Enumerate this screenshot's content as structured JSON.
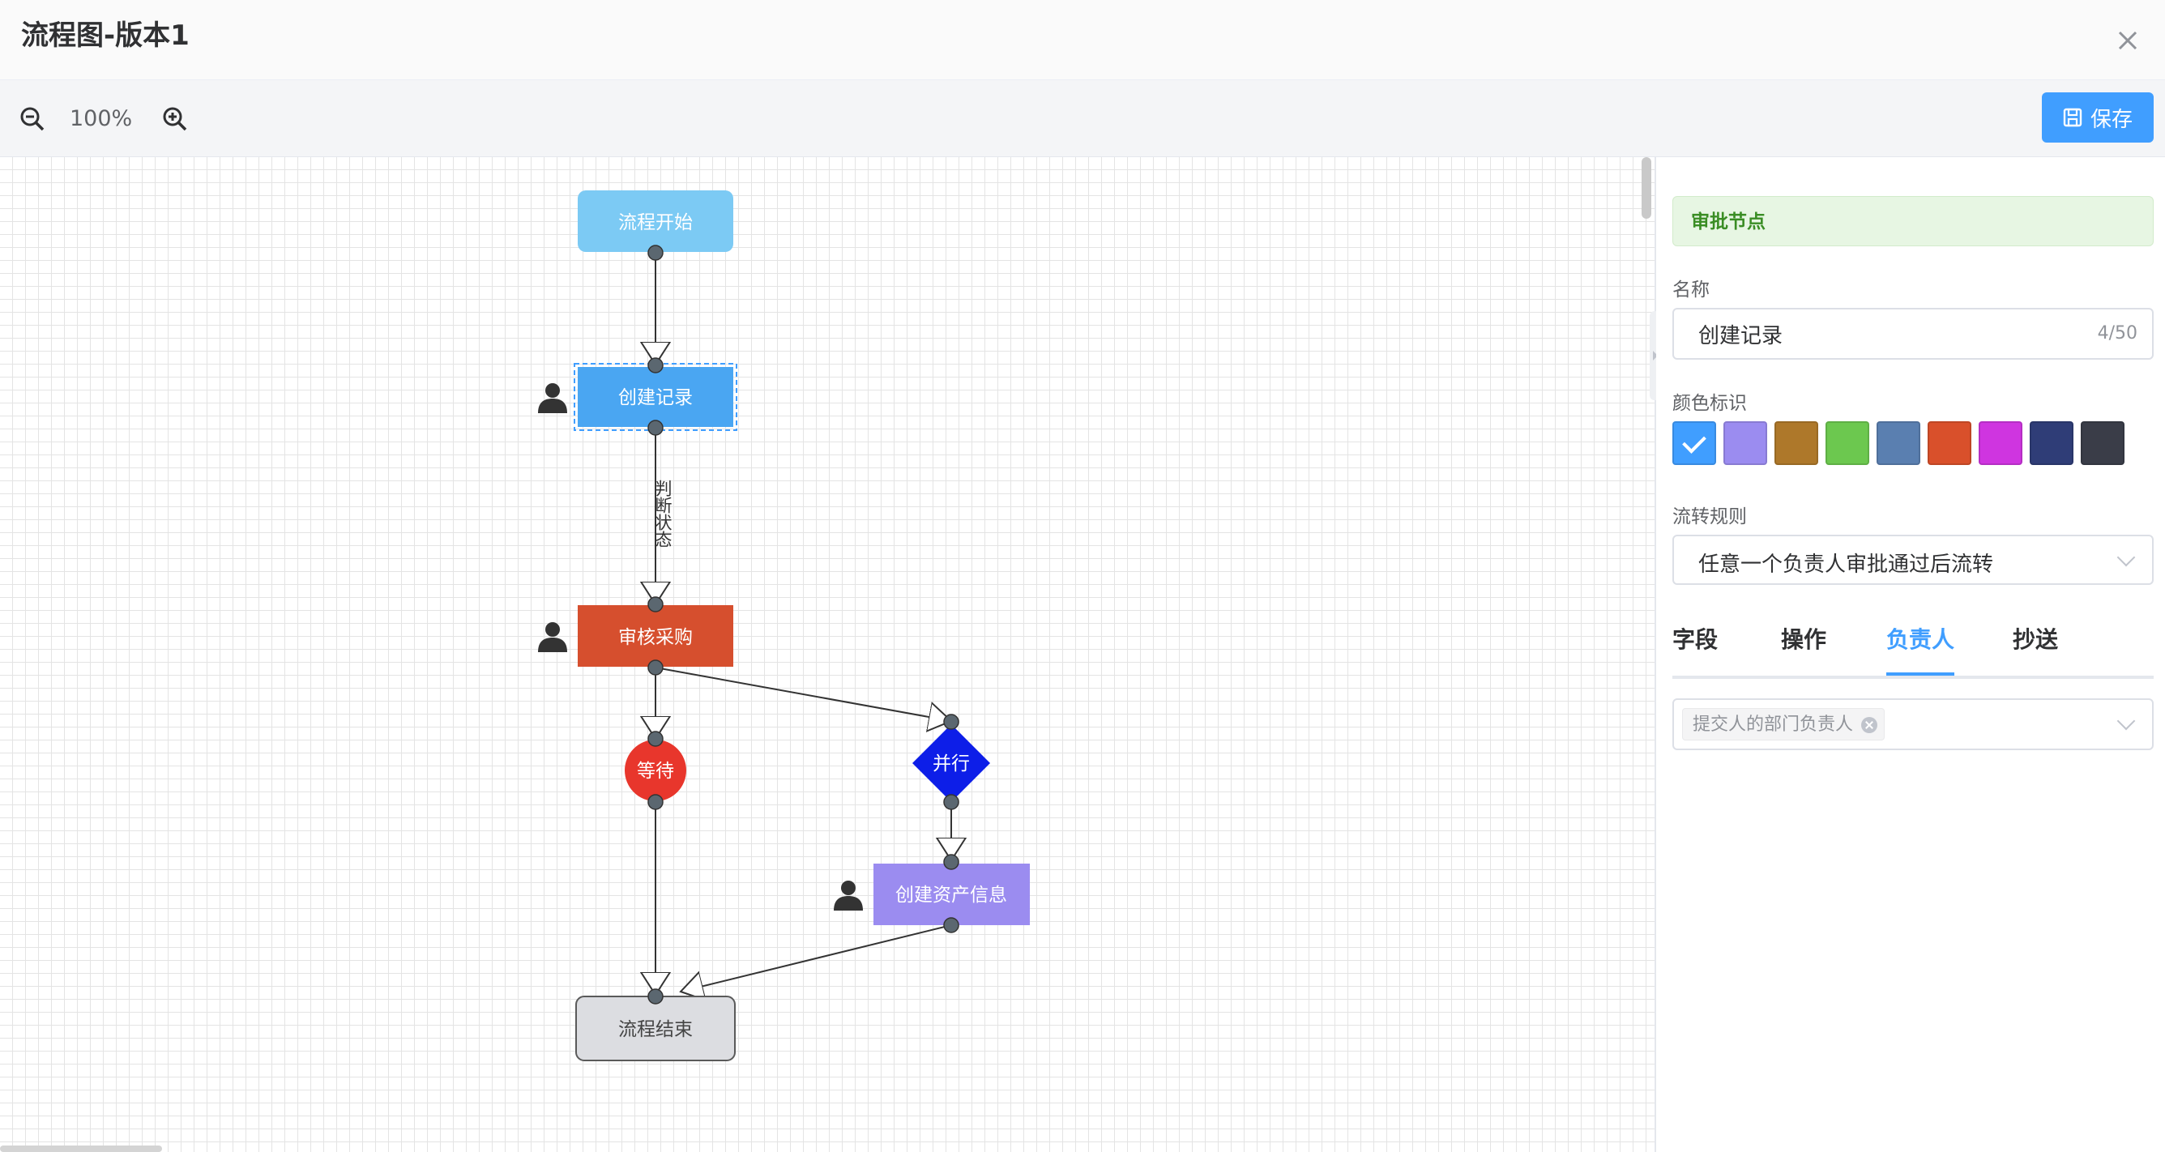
{
  "header": {
    "title": "流程图-版本1",
    "close_icon": "close-icon"
  },
  "toolbar": {
    "zoom_level": "100%",
    "zoom_out_icon": "zoom-out-icon",
    "zoom_in_icon": "zoom-in-icon",
    "save_label": "保存",
    "save_icon": "save-icon"
  },
  "flow": {
    "nodes": {
      "start": "流程开始",
      "create_record": "创建记录",
      "review_purchase": "审核采购",
      "wait": "等待",
      "parallel": "并行",
      "create_asset": "创建资产信息",
      "end": "流程结束"
    },
    "edge_labels": {
      "judge_status": "判断状态"
    },
    "colors": {
      "start": "#7ccaf4",
      "create_record": "#4aa6f2",
      "review_purchase": "#d64f2e",
      "wait": "#e8362c",
      "parallel": "#0d1ee8",
      "create_asset": "#9b8cf0",
      "end": "#dcdde1"
    }
  },
  "panel": {
    "node_type": "审批节点",
    "name_label": "名称",
    "name_value": "创建记录",
    "name_count": "4/50",
    "color_label": "颜色标识",
    "colors": [
      "#409eff",
      "#9b8cf0",
      "#ae782a",
      "#6cc84f",
      "#5a7fb0",
      "#d9502b",
      "#cf35e0",
      "#2f3d77",
      "#3a3d48"
    ],
    "rule_label": "流转规则",
    "rule_value": "任意一个负责人审批通过后流转",
    "tabs": [
      "字段",
      "操作",
      "负责人",
      "抄送"
    ],
    "active_tab": "负责人",
    "owner_tag": "提交人的部门负责人"
  }
}
